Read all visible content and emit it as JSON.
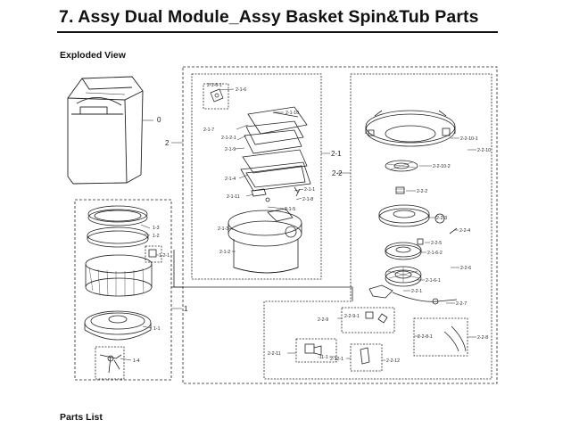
{
  "page": {
    "title": "7.  Assy Dual Module_Assy Basket Spin&Tub Parts",
    "exploded_view_label": "Exploded View",
    "parts_list_label": "Parts List"
  },
  "groups": {
    "g0": "0",
    "g1": "1",
    "g2": "2",
    "g21": "2-1",
    "g22": "2-2"
  },
  "callouts": {
    "c1_3": "1-3",
    "c1_2": "1-2",
    "c1_2_1": "1-2-1",
    "c1_1": "1-1",
    "c1_4": "1-4",
    "c2_1_6_1": "2-1-6-1",
    "c2_1_6": "2-1-6",
    "c2_1_10": "2-1-10",
    "c2_1_7": "2-1-7",
    "c2_1_2_1": "2-1-2-1",
    "c2_1_9": "2-1-9",
    "c2_1_8": "2-1-8",
    "c2_1_1": "2-1-1",
    "c2_1_11": "2-1-11",
    "c2_1_4": "2-1-4",
    "c2_1_5": "2-1-5",
    "c2_1_3": "2-1-3",
    "c2_1_2": "2-1-2",
    "c2_2_10_1": "2-2-10-1",
    "c2_2_10_2": "2-2-10-2",
    "c2_2_10": "2-2-10",
    "c2_2_2": "2-2-2",
    "c2_2_3": "2-2-3",
    "c2_2_4": "2-2-4",
    "c2_2_5": "2-2-5",
    "c2_1_6_2": "2-1-6-2",
    "c2_2_6": "2-2-6",
    "c2_1_6_1b": "2-1-6-1",
    "c2_2_1": "2-2-1",
    "c2_2_7": "2-2-7",
    "c2_2_9_1": "2-2-9-1",
    "c2_2_9": "2-2-9",
    "c2_2_8_1": "2-2-8-1",
    "c2_2_8": "2-2-8",
    "c2_2_11": "2-2-11",
    "c11_1": "-11-1",
    "c2_12_1": "2-12-1",
    "c2_2_12": "2-2-12"
  }
}
